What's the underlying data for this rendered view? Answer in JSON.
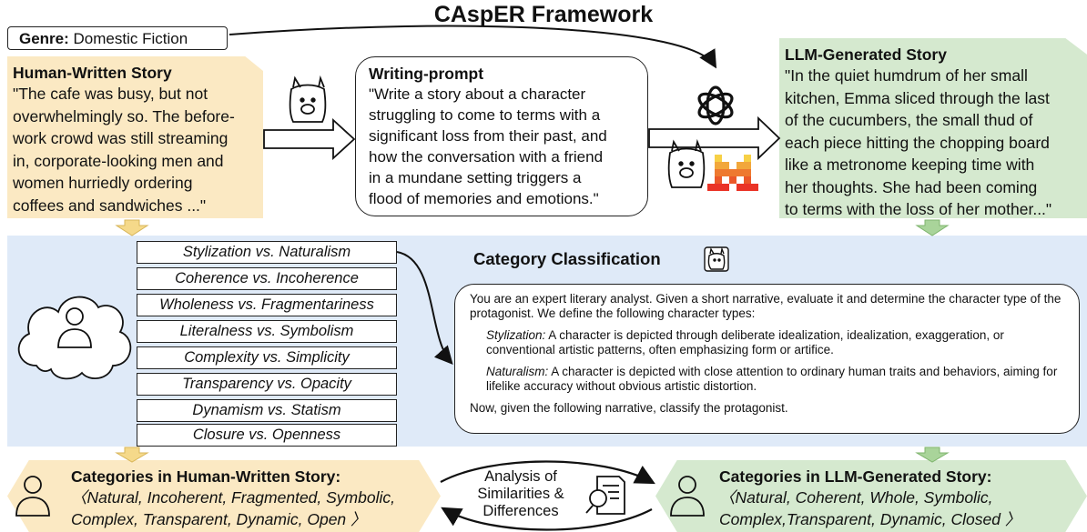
{
  "title": "CAspER Framework",
  "genre": {
    "label": "Genre:",
    "value": "Domestic Fiction"
  },
  "human_story": {
    "heading": "Human-Written Story",
    "lines": [
      "\"The cafe was busy, but not",
      "overwhelmingly so. The before-",
      "work crowd was still streaming",
      "in, corporate-looking men and",
      "women hurriedly ordering",
      "coffees and sandwiches ...\""
    ]
  },
  "prompt": {
    "heading": "Writing-prompt",
    "lines": [
      "\"Write a story about a character",
      "struggling to come to terms with a",
      "significant loss from their past, and",
      "how the conversation with a friend",
      "in a mundane setting triggers a",
      "flood of memories and emotions.\""
    ]
  },
  "llm_story": {
    "heading": "LLM-Generated Story",
    "lines": [
      "\"In the quiet humdrum of her small",
      "kitchen, Emma sliced through the last",
      "of the cucumbers, the small thud of",
      "each piece hitting the chopping board",
      "like a metronome keeping time with",
      "her thoughts. She had been coming",
      "to terms with the loss of her mother...\""
    ]
  },
  "categories": [
    "Stylization vs. Naturalism",
    "Coherence vs. Incoherence",
    "Wholeness vs. Fragmentariness",
    "Literalness vs. Symbolism",
    "Complexity vs. Simplicity",
    "Transparency vs. Opacity",
    "Dynamism vs. Statism",
    "Closure vs. Openness"
  ],
  "classification": {
    "heading": "Category Classification",
    "intro": "You are an expert literary analyst. Given a short narrative, evaluate it and determine the character type of the protagonist. We define the following character types:",
    "def1_term": "Stylization:",
    "def1_text": " A character is depicted through deliberate idealization, idealization, exaggeration, or conventional artistic patterns, often emphasizing form or artifice.",
    "def2_term": "Naturalism:",
    "def2_text": " A character is depicted with close attention to ordinary human traits and behaviors, aiming for lifelike accuracy without obvious artistic distortion.",
    "outro": "Now, given the following narrative, classify the protagonist."
  },
  "human_categories": {
    "heading": "Categories in Human-Written Story:",
    "line1": "〈Natural, Incoherent, Fragmented, Symbolic,",
    "line2": "Complex, Transparent, Dynamic, Open 〉"
  },
  "llm_categories": {
    "heading": "Categories in LLM-Generated Story:",
    "line1": "〈Natural, Coherent, Whole, Symbolic,",
    "line2": "Complex,Transparent, Dynamic, Closed 〉"
  },
  "analysis": {
    "line1": "Analysis of",
    "line2": "Similarities &",
    "line3": "Differences"
  },
  "icons": [
    "llama-icon",
    "openai-icon",
    "mistral-icon",
    "person-icon",
    "cloud-icon",
    "document-search-icon"
  ],
  "colors": {
    "human": "#fbe9c3",
    "llm": "#d5e9cf",
    "band": "#dfeaf8",
    "arrow_human": "#f5d98a",
    "arrow_llm": "#a9d49a"
  }
}
